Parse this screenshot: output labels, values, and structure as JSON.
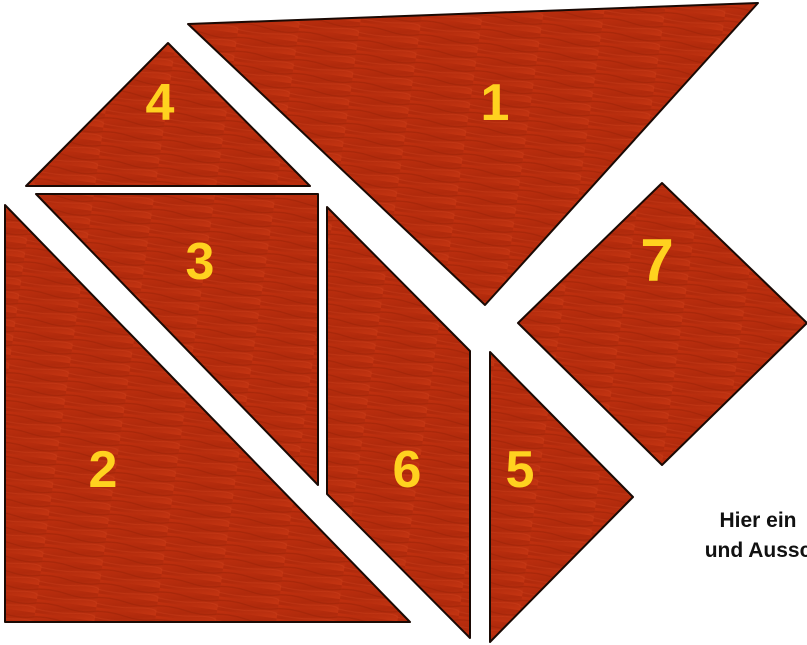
{
  "colors": {
    "wood_light": "#c0300f",
    "wood_dark": "#9a2208",
    "number": "#ffd21f",
    "outline": "#1a0a05",
    "hint_text": "#111111",
    "background": "#ffffff"
  },
  "pieces": [
    {
      "id": "1",
      "label": "1",
      "shape": "large-triangle"
    },
    {
      "id": "2",
      "label": "2",
      "shape": "large-triangle"
    },
    {
      "id": "3",
      "label": "3",
      "shape": "medium-triangle"
    },
    {
      "id": "4",
      "label": "4",
      "shape": "small-triangle"
    },
    {
      "id": "5",
      "label": "5",
      "shape": "small-triangle"
    },
    {
      "id": "6",
      "label": "6",
      "shape": "parallelogram"
    },
    {
      "id": "7",
      "label": "7",
      "shape": "square"
    }
  ],
  "hint": {
    "line1": "Hier ein",
    "line2": "und Aussc"
  }
}
